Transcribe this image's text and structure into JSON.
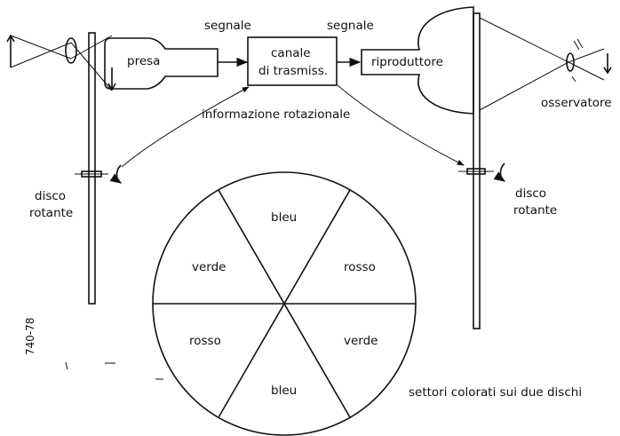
{
  "labels": {
    "segnale_1": "segnale",
    "segnale_2": "segnale",
    "presa": "presa",
    "canale_line1": "canale",
    "canale_line2": "di trasmiss.",
    "riproduttore": "riproduttore",
    "informazione": "informazione rotazionale",
    "osservatore": "osservatore",
    "disco_left_1": "disco",
    "disco_left_2": "rotante",
    "disco_right_1": "disco",
    "disco_right_2": "rotante",
    "settori": "settori colorati sui due dischi",
    "figure_code": "740-78"
  },
  "sectors": [
    "bleu",
    "rosso",
    "verde",
    "bleu",
    "rosso",
    "verde"
  ],
  "colors": {
    "ink": "#111111",
    "paper": "#ffffff"
  }
}
